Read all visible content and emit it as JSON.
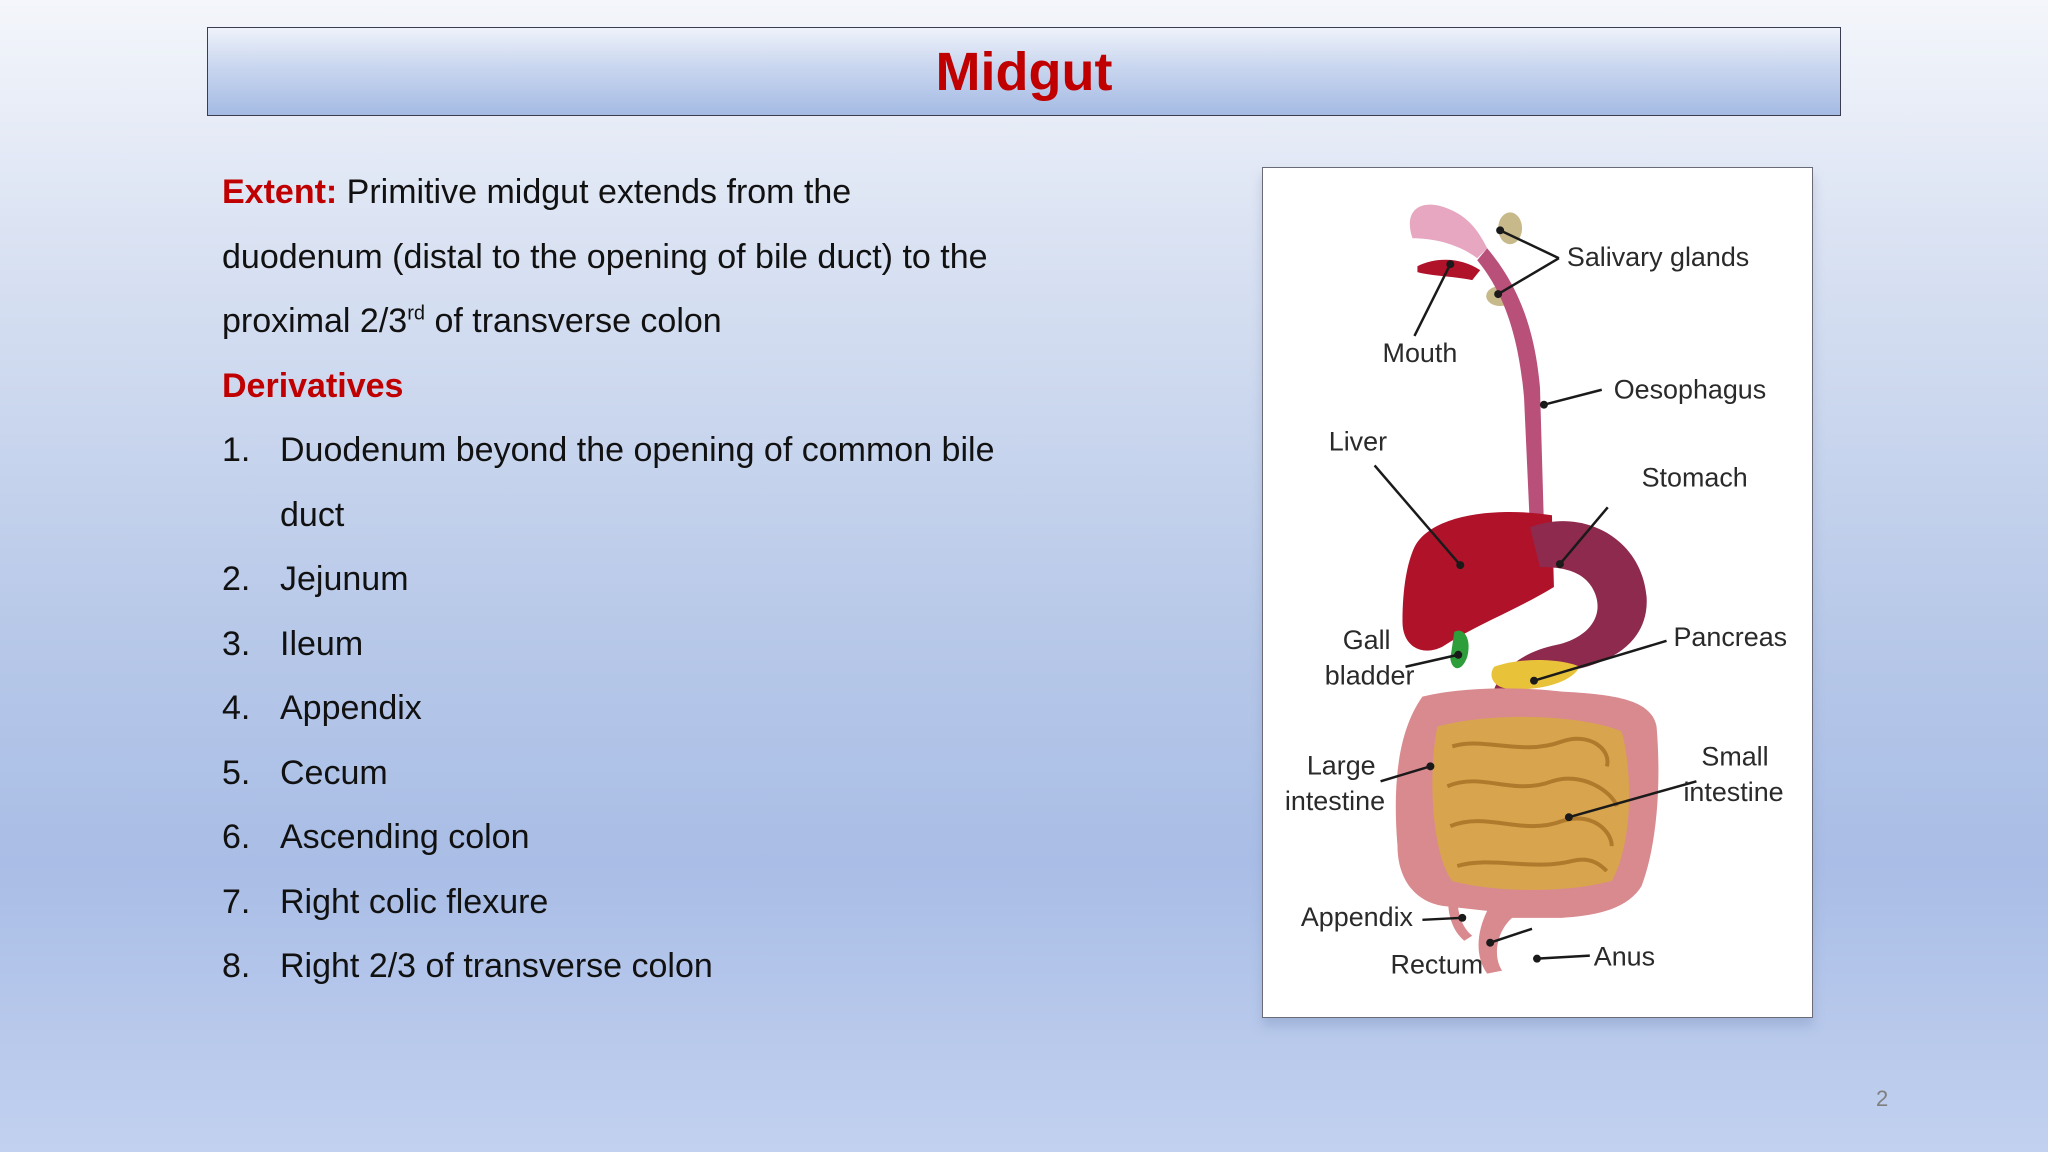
{
  "slide": {
    "title": "Midgut",
    "page_number": "2"
  },
  "extent": {
    "label": "Extent:",
    "line1": " Primitive midgut extends  from the",
    "line2": "duodenum (distal to the opening of bile duct) to the",
    "line3_pre": "proximal 2/3",
    "line3_sup": "rd",
    "line3_post": " of transverse colon"
  },
  "derivatives": {
    "heading": "Derivatives",
    "items": [
      {
        "num": "1.",
        "text": "Duodenum beyond the opening of common bile",
        "cont": "duct"
      },
      {
        "num": "2.",
        "text": "Jejunum"
      },
      {
        "num": "3.",
        "text": "Ileum"
      },
      {
        "num": "4.",
        "text": "Appendix"
      },
      {
        "num": "5.",
        "text": "Cecum"
      },
      {
        "num": "6.",
        "text": "Ascending colon"
      },
      {
        "num": "7.",
        "text": "Right colic flexure"
      },
      {
        "num": "8.",
        "text": "Right 2/3 of transverse colon"
      }
    ]
  },
  "figure": {
    "labels": {
      "salivary": "Salivary glands",
      "mouth": "Mouth",
      "oesophagus": "Oesophagus",
      "liver": "Liver",
      "stomach": "Stomach",
      "gall1": "Gall",
      "gall2": "bladder",
      "pancreas": "Pancreas",
      "large1": "Large",
      "large2": "intestine",
      "small1": "Small",
      "small2": "intestine",
      "appendix": "Appendix",
      "rectum": "Rectum",
      "anus": "Anus"
    },
    "colors": {
      "liver": "#b0122a",
      "stomach": "#8e2a4d",
      "pancreas": "#e8c33a",
      "gallbladder": "#2e9e3a",
      "large_intestine": "#d98a8f",
      "small_intestine": "#d9a44e",
      "oesophagus": "#b8507a",
      "mouth": "#e7a7c0"
    }
  }
}
